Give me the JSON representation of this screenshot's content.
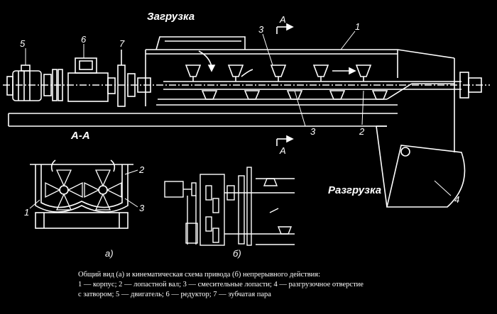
{
  "labels": {
    "loading": "Загрузка",
    "unloading": "Разгрузка",
    "section": "А-А",
    "cut_top": "А",
    "cut_bottom": "А",
    "view_a": "а)",
    "view_b": "б)"
  },
  "numbers": {
    "n1_top": "1",
    "n2_main": "2",
    "n3_top": "3",
    "n3_bottom": "3",
    "n4": "4",
    "n5": "5",
    "n6": "6",
    "n7": "7",
    "n1_section": "1",
    "n2_section": "2",
    "n3_section": "3"
  },
  "caption": {
    "line1": "Общий вид (а) и кинематическая схема привода (б) непрерывного действия:",
    "line2": "1 — корпус; 2 — лопастной вал; 3 — смесительные лопасти; 4 — разгрузочное отверстие",
    "line3": "с затвором; 5 — двигатель; 6 — редуктор; 7 — зубчатая пара"
  },
  "colors": {
    "background": "#000000",
    "lines": "#ffffff"
  }
}
